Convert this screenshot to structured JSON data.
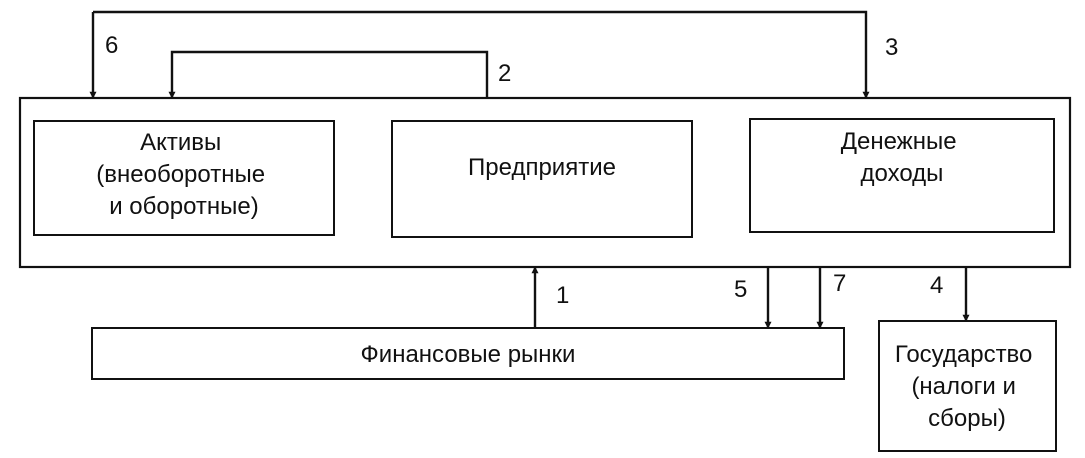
{
  "boxes": {
    "assets": {
      "lines": [
        "Активы",
        "(внеоборотные",
        "и оборотные)"
      ]
    },
    "enterprise": {
      "lines": [
        "Предприятие"
      ]
    },
    "income": {
      "lines": [
        "Денежные",
        "доходы"
      ]
    },
    "markets": {
      "lines": [
        "Финансовые рынки"
      ]
    },
    "state": {
      "lines": [
        "Государство",
        "(налоги и",
        "сборы)"
      ]
    }
  },
  "flows": {
    "f1": "1",
    "f2": "2",
    "f3": "3",
    "f4": "4",
    "f5": "5",
    "f6": "6",
    "f7": "7"
  },
  "colors": {
    "line": "#111111",
    "background": "#ffffff"
  }
}
